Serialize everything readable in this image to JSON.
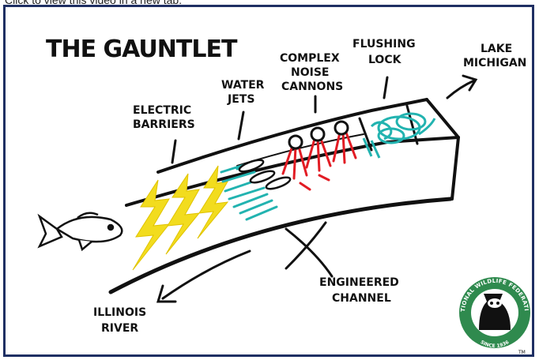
{
  "top_caption": "Click to view this video in a new tab.",
  "title": "THE GAUNTLET",
  "labels": {
    "electric_barriers": [
      "ELECTRIC",
      "BARRIERS"
    ],
    "water_jets": [
      "WATER",
      "JETS"
    ],
    "complex_noise_cannons": [
      "COMPLEX",
      "NOISE",
      "CANNONS"
    ],
    "flushing_lock": [
      "FLUSHING",
      "LOCK"
    ],
    "lake_michigan": [
      "LAKE",
      "MICHIGAN"
    ],
    "engineered_channel": [
      "ENGINEERED",
      "CHANNEL"
    ],
    "illinois_river": [
      "ILLINOIS",
      "RIVER"
    ]
  },
  "logo": {
    "text_top": "NATIONAL WILDLIFE FEDERATION",
    "text_bottom": "SINCE 1936",
    "mark": "TM"
  },
  "colors": {
    "frame": "#1f2f63",
    "electric": "#f2dc1e",
    "water": "#22b3b0",
    "noise": "#e21c24",
    "logo_green": "#2f8a4e"
  }
}
